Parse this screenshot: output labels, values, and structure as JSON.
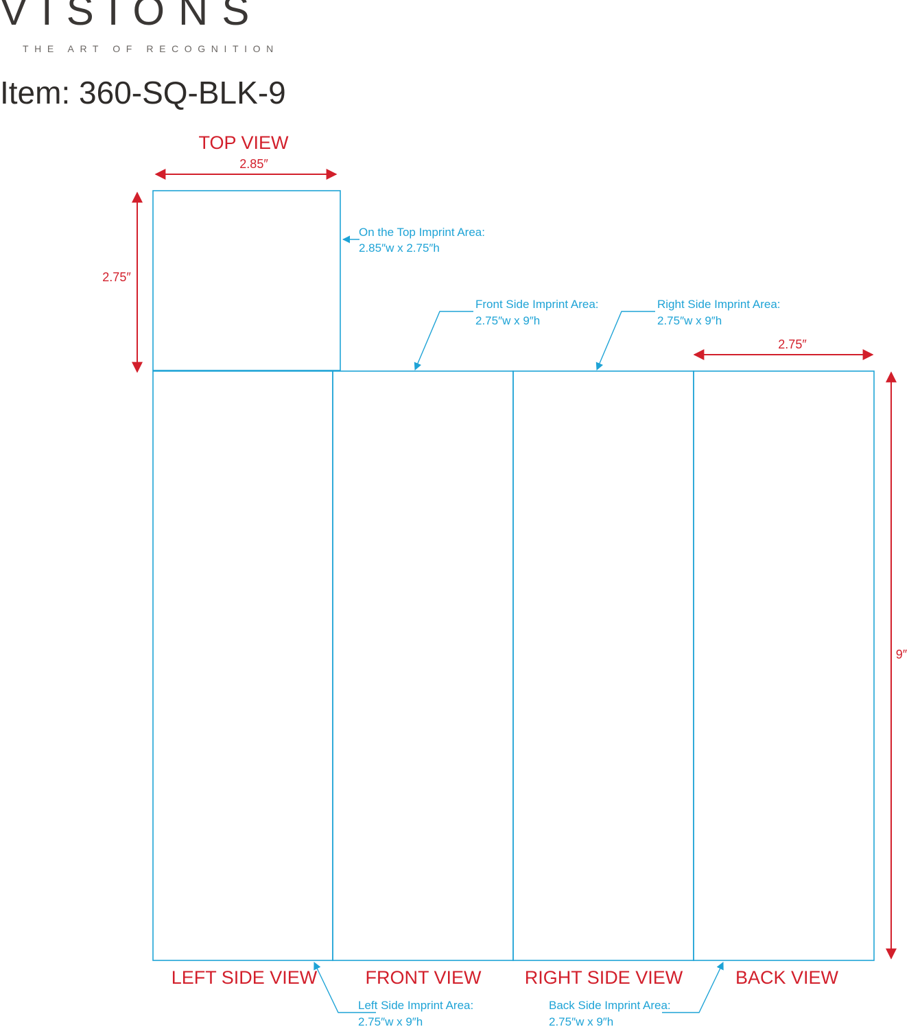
{
  "brand": {
    "name": "VISIONS",
    "tagline": "THE ART OF RECOGNITION"
  },
  "item_title": "Item: 360-SQ-BLK-9",
  "views": {
    "top": "TOP VIEW",
    "left": "LEFT SIDE VIEW",
    "front": "FRONT VIEW",
    "right": "RIGHT SIDE VIEW",
    "back": "BACK VIEW"
  },
  "dimensions": {
    "top_width": "2.85″",
    "top_height": "2.75″",
    "back_width": "2.75″",
    "side_height": "9″"
  },
  "imprint_areas": {
    "top": {
      "label": "On the Top Imprint Area:",
      "size": "2.85″w x 2.75″h"
    },
    "front": {
      "label": "Front Side Imprint Area:",
      "size": "2.75″w x 9″h"
    },
    "right": {
      "label": "Right Side Imprint Area:",
      "size": "2.75″w x 9″h"
    },
    "left": {
      "label": "Left Side Imprint Area:",
      "size": "2.75″w x 9″h"
    },
    "back": {
      "label": "Back Side Imprint Area:",
      "size": "2.75″w x 9″h"
    }
  },
  "colors": {
    "dimension": "#d21f2b",
    "imprint": "#1ea3d6",
    "brand": "#3a3735"
  }
}
